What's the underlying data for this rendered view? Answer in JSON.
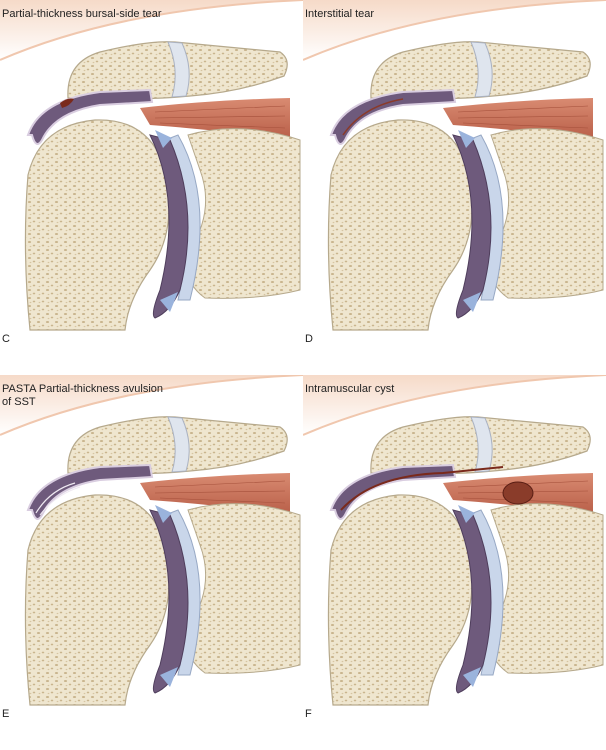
{
  "panels": [
    {
      "letter": "C",
      "label": "Partial-thickness bursal-side tear",
      "lesion": "bursal"
    },
    {
      "letter": "D",
      "label": "Interstitial tear",
      "lesion": "interstitial"
    },
    {
      "letter": "E",
      "label": "PASTA Partial-thickness avulsion of SST",
      "lesion": "pasta"
    },
    {
      "letter": "F",
      "label": "Intramuscular cyst",
      "lesion": "cyst"
    }
  ],
  "colors": {
    "bone": "#efe6cf",
    "bone_pore": "#c9b58e",
    "tendon": "#6e5a7c",
    "muscle": "#c97660",
    "skin": "#f7dccb",
    "cartilage": "#c9d6ea",
    "lesion": "#7a2a1c"
  }
}
